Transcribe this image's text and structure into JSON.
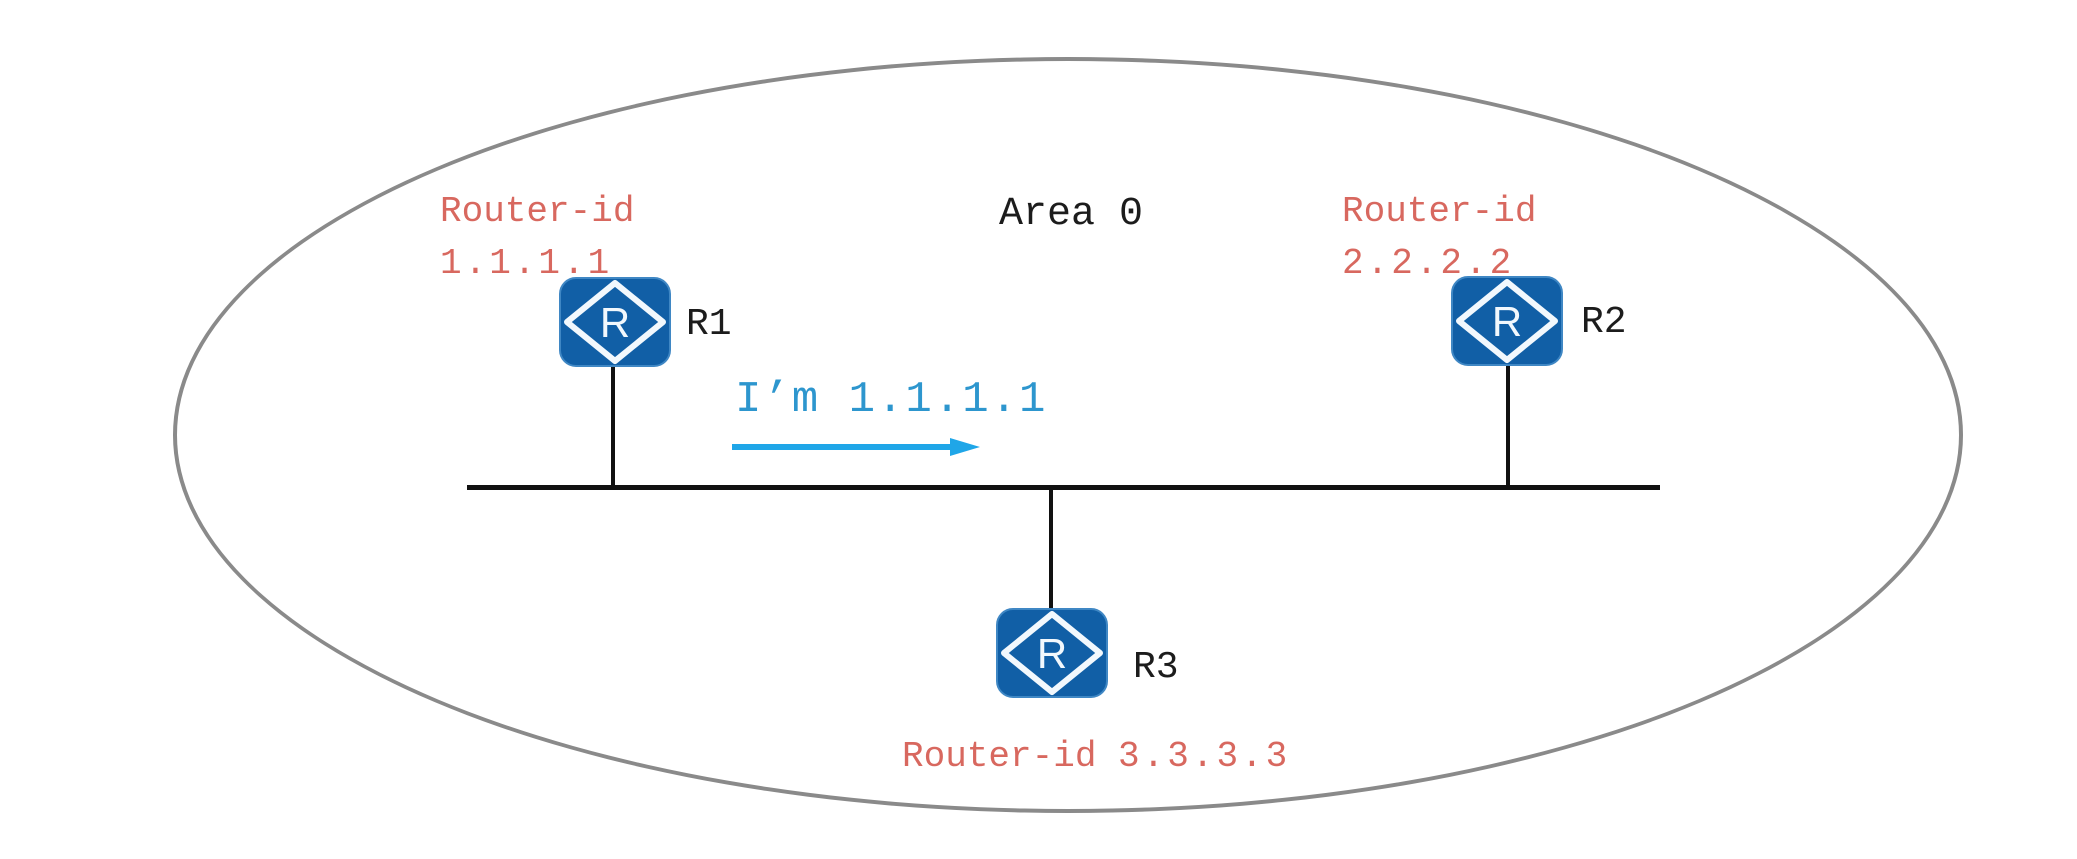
{
  "area": {
    "label": "Area 0",
    "border_color": "#8a8a8a"
  },
  "routers": [
    {
      "name": "R1",
      "id_label": "Router-id",
      "router_id": "1.1.1.1"
    },
    {
      "name": "R2",
      "id_label": "Router-id",
      "router_id": "2.2.2.2"
    },
    {
      "name": "R3",
      "id_label": "Router-id",
      "router_id": "3.3.3.3"
    }
  ],
  "message": {
    "text": "I’m 1.1.1.1",
    "text_color": "#2d96ce",
    "arrow_color": "#1fa6e8"
  },
  "icon": {
    "glyph": "R",
    "fill": "#115fa6",
    "rim": "#3f87c4",
    "diamond_stroke": "#f2f8fd"
  },
  "lines": {
    "bus_color": "#111111"
  },
  "label_color": "#d8685f"
}
